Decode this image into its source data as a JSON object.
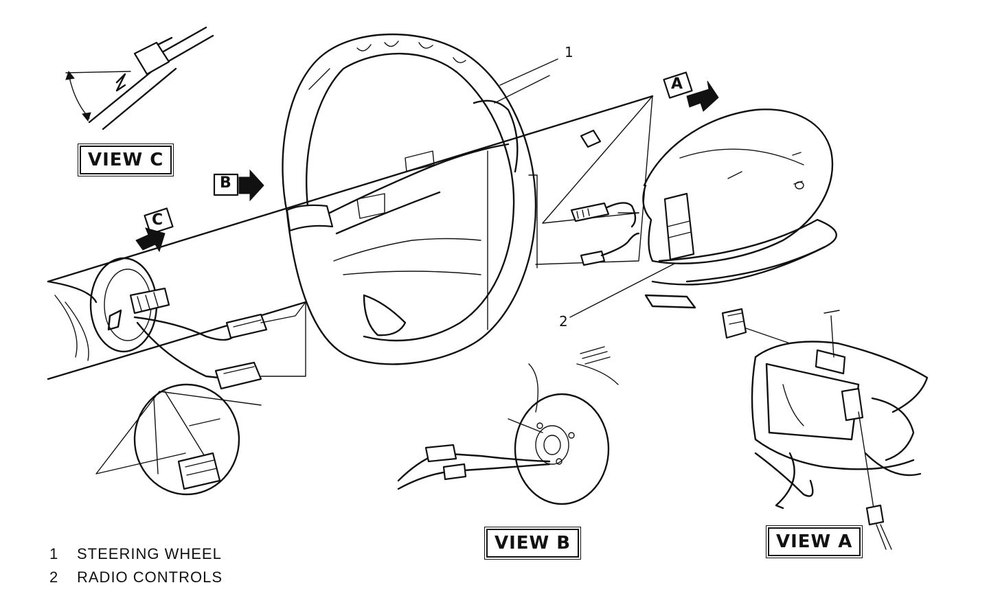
{
  "views": {
    "view_c": "VIEW C",
    "view_b": "VIEW B",
    "view_a": "VIEW A"
  },
  "arrows": {
    "a": "A",
    "b": "B",
    "c": "C"
  },
  "callouts": {
    "one": "1",
    "two": "2"
  },
  "legend": [
    {
      "num": "1",
      "label": "STEERING WHEEL"
    },
    {
      "num": "2",
      "label": "RADIO CONTROLS"
    }
  ]
}
